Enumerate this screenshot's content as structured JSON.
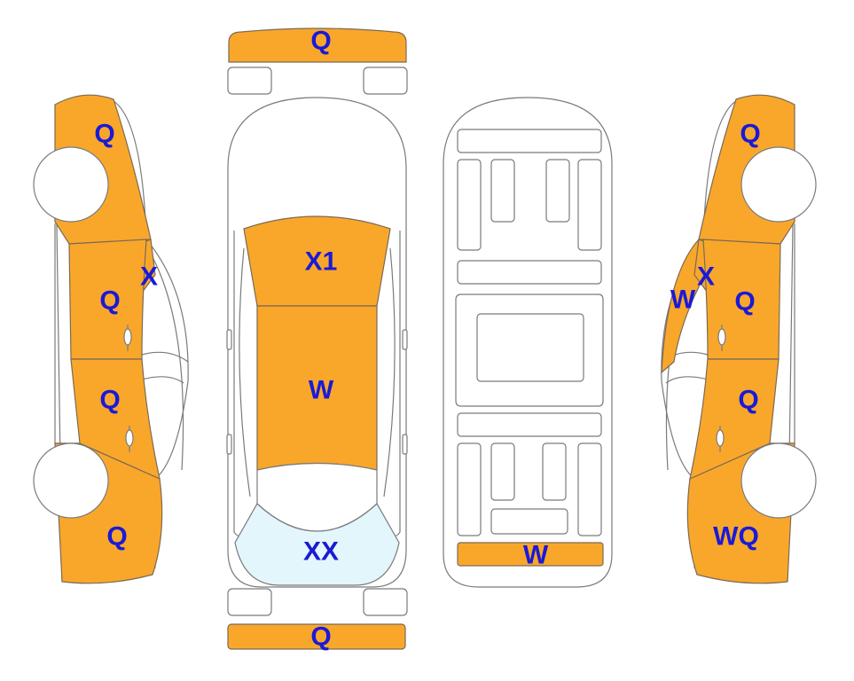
{
  "colors": {
    "damaged": "#F9A72B",
    "glass_damaged": "#E2F6FC",
    "outline": "#7a7a7a",
    "label": "#1a1ad6"
  },
  "labels": {
    "front_bumper": "Q",
    "rear_bumper": "Q",
    "hood": "X1",
    "roof": "W",
    "rear_window": "XX",
    "underbody_rear": "W",
    "left_front_fender": "Q",
    "left_pillar": "X",
    "left_front_door": "Q",
    "left_rear_door": "Q",
    "left_rear_quarter": "Q",
    "right_front_fender": "Q",
    "right_pillar": "X",
    "right_mirror": "W",
    "right_front_door": "Q",
    "right_rear_door": "Q",
    "right_rear_quarter": "WQ"
  }
}
